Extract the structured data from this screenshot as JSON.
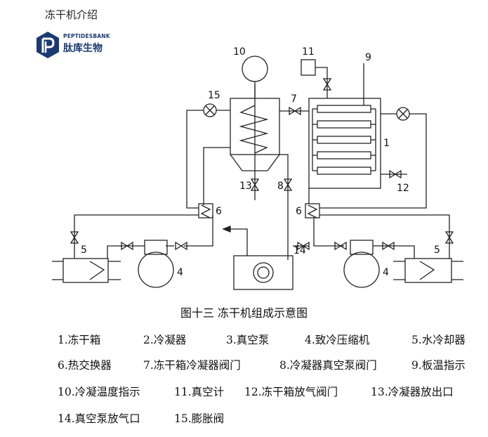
{
  "header": {
    "title": "冻干机介绍"
  },
  "brand": {
    "name_en": "PEPTIDESBANK",
    "name_cn": "肽库生物",
    "color": "#1b3a73"
  },
  "diagram": {
    "caption": "图十三  冻干机组成示意图",
    "component_labels": [
      "10",
      "11",
      "9",
      "15",
      "7",
      "1",
      "13",
      "8",
      "12",
      "6",
      "6",
      "5",
      "4",
      "14",
      "4",
      "5"
    ]
  },
  "legend": [
    [
      "1.冻干箱",
      "2.冷凝器",
      "3.真空泵",
      "4.致冷压缩机",
      "5.水冷却器"
    ],
    [
      "6.热交换器",
      "7.冻干箱冷凝器阀门",
      "8.冷凝器真空泵阀门",
      "9.板温指示"
    ],
    [
      "10.冷凝温度指示",
      "11.真空计",
      "12.冻干箱放气阀门",
      "13.冷凝器放出口"
    ],
    [
      "14.真空泵放气口",
      "15.膨胀阀"
    ]
  ]
}
